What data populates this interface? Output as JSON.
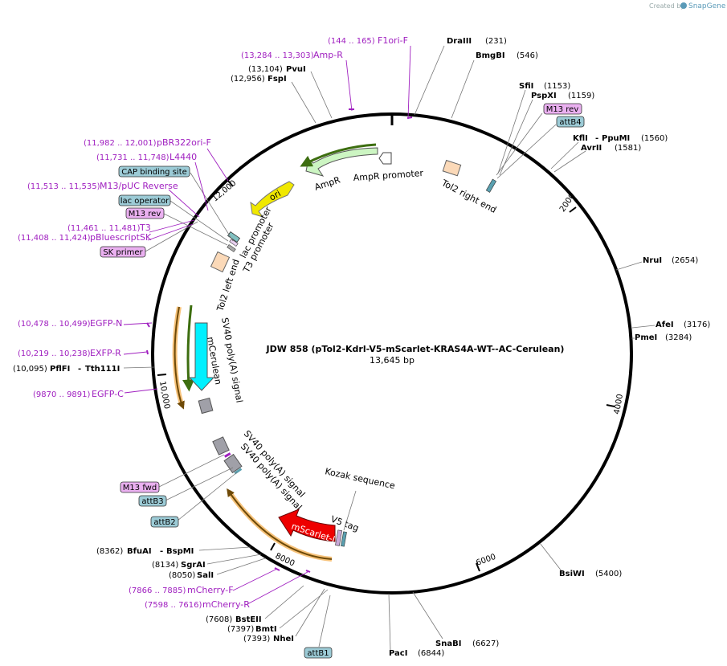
{
  "credit": {
    "created_by": "Created by",
    "brand": "SnapGene"
  },
  "title": {
    "name": "JDW 858 (pTol2-Kdrl-V5-mScarlet-KRAS4A-WT--AC-Cerulean)",
    "length": "13,645 bp"
  },
  "ticks": [
    "2000",
    "4000",
    "6000",
    "8000",
    "10,000",
    "12,000"
  ],
  "enzymes": [
    {
      "name": "DraIII",
      "pos": "(231)"
    },
    {
      "name": "BmgBI",
      "pos": "(546)"
    },
    {
      "name": "SfiI",
      "pos": "(1153)"
    },
    {
      "name": "PspXI",
      "pos": "(1159)"
    },
    {
      "name": "KflI",
      "name2": "PpuMI",
      "pos": "(1560)"
    },
    {
      "name": "AvrII",
      "pos": "(1581)"
    },
    {
      "name": "NruI",
      "pos": "(2654)"
    },
    {
      "name": "AfeI",
      "pos": "(3176)"
    },
    {
      "name": "PmeI",
      "pos": "(3284)"
    },
    {
      "name": "BsiWI",
      "pos": "(5400)"
    },
    {
      "name": "SnaBI",
      "pos": "(6627)"
    },
    {
      "name": "PacI",
      "pos": "(6844)"
    },
    {
      "name": "NheI",
      "pos": "(7393)"
    },
    {
      "name": "BmtI",
      "pos": "(7397)"
    },
    {
      "name": "BstEII",
      "pos": "(7608)"
    },
    {
      "name": "SalI",
      "pos": "(8050)"
    },
    {
      "name": "SgrAI",
      "pos": "(8134)"
    },
    {
      "name": "BfuAI",
      "name2": "BspMI",
      "pos": "(8362)"
    },
    {
      "name": "PflFI",
      "name2": "Tth111I",
      "pos": "(10,095)"
    },
    {
      "name": "FspI",
      "pos": "(12,956)"
    },
    {
      "name": "PvuI",
      "pos": "(13,104)"
    }
  ],
  "primers": [
    {
      "name": "F1ori-F",
      "range": "(144 .. 165)"
    },
    {
      "name": "Amp-R",
      "range": "(13,284 .. 13,303)"
    },
    {
      "name": "pBR322ori-F",
      "range": "(11,982 .. 12,001)"
    },
    {
      "name": "L4440",
      "range": "(11,731 .. 11,748)"
    },
    {
      "name": "M13/pUC Reverse",
      "range": "(11,513 .. 11,535)"
    },
    {
      "name": "T3",
      "range": "(11,461 .. 11,481)"
    },
    {
      "name": "pBluescriptSK",
      "range": "(11,408 .. 11,424)"
    },
    {
      "name": "EGFP-N",
      "range": "(10,478 .. 10,499)"
    },
    {
      "name": "EXFP-R",
      "range": "(10,219 .. 10,238)"
    },
    {
      "name": "EGFP-C",
      "range": "(9870 .. 9891)"
    },
    {
      "name": "mCherry-F",
      "range": "(7866 .. 7885)"
    },
    {
      "name": "mCherry-R",
      "range": "(7598 .. 7616)"
    }
  ],
  "boxes": {
    "m13rev_top": "M13 rev",
    "attb4": "attB4",
    "cap": "CAP binding site",
    "lacop": "lac operator",
    "m13rev_left": "M13 rev",
    "sk": "SK primer",
    "m13fwd": "M13 fwd",
    "attb3": "attB3",
    "attb2": "attB2",
    "attb1": "attB1"
  },
  "features": {
    "ampr": "AmpR",
    "ampr_promoter": "AmpR promoter",
    "ori": "ori",
    "lac_promoter": "lac promoter",
    "tol2_left": "Tol2 left end",
    "t3_promoter": "T3 promoter",
    "tol2_right": "Tol2 right end",
    "sv40_a": "SV40 poly(A) signal",
    "mcerulean": "mCerulean",
    "sv40_b": "SV40 poly(A) signal",
    "sv40_c": "SV40 poly(A) signal",
    "kozak": "Kozak sequence",
    "v5": "V5 tag",
    "mscarlet": "mScarlet-I"
  },
  "colors": {
    "backbone": "#000000",
    "ampr": "#ccf5c2",
    "ori": "#f0e800",
    "mcerulean": "#00f0ff",
    "mscarlet": "#ee0000",
    "polya": "#a0a0a8",
    "terminal": "#fbd9b8",
    "primer": "#a020c0",
    "misc_box": "#9ccbd6",
    "primer_box": "#eab0f0"
  }
}
